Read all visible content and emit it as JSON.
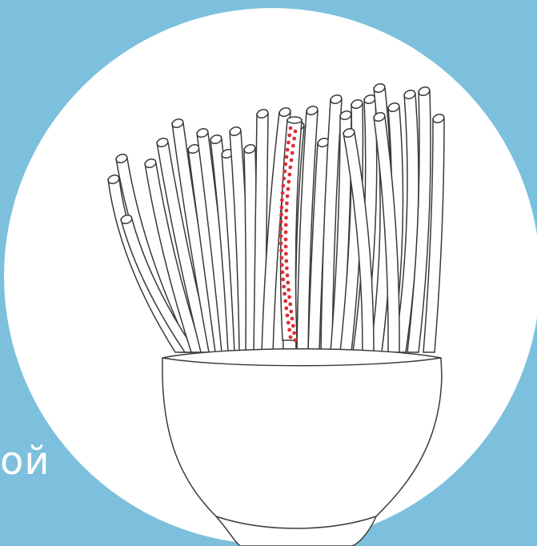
{
  "caption": "ой",
  "colors": {
    "background": "#7cc0dd",
    "circle": "#ffffff",
    "stroke": "#3a3a3a",
    "highlight_dots": "#d9323a",
    "caption_text": "#ffffff"
  },
  "illustration": {
    "subject": "bundle-of-tubes-in-cup",
    "highlighted_tube": "red-dotted-tube"
  }
}
